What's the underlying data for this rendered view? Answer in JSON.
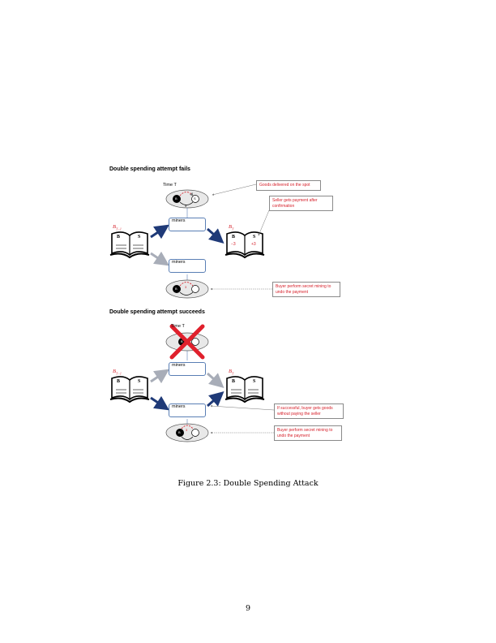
{
  "figure": {
    "top_panel": {
      "heading": "Double spending attempt fails",
      "time_label": "Time T",
      "miners_label": "miners",
      "miners_lower_label": "miners",
      "book_left_label": "B",
      "book_left_sub": "T−1",
      "book_right_label": "B",
      "book_right_sub": "T",
      "book_letter_b": "B",
      "book_letter_s": "S",
      "book_right_minus": "−3",
      "book_right_plus": "+3",
      "notes": [
        "Goods delivered on the spot",
        "Seller gets payment after confirmation",
        "Buyer perform secret mining to undo the payment"
      ]
    },
    "bottom_panel": {
      "heading": "Double spending attempt succeeds",
      "time_label": "Time T",
      "miners_label": "miners",
      "miners_lower_label": "miners",
      "book_left_label": "B",
      "book_left_sub": "T−1",
      "book_right_label": "B",
      "book_right_sub": "T",
      "book_letter_b": "B",
      "book_letter_s": "S",
      "notes": [
        "If successful, buyer gets goods without paying the seller",
        "Buyer perform secret mining to undo the payment"
      ]
    },
    "node_buyer": "B",
    "node_seller": "S",
    "node_amount": "3",
    "colors": {
      "accent_red": "#d6202a",
      "arrow_blue": "#1f3a78",
      "arrow_gray": "#a8adb8",
      "box_border": "#5a7fb5"
    }
  },
  "caption": "Figure 2.3: Double Spending Attack",
  "page_number": "9"
}
